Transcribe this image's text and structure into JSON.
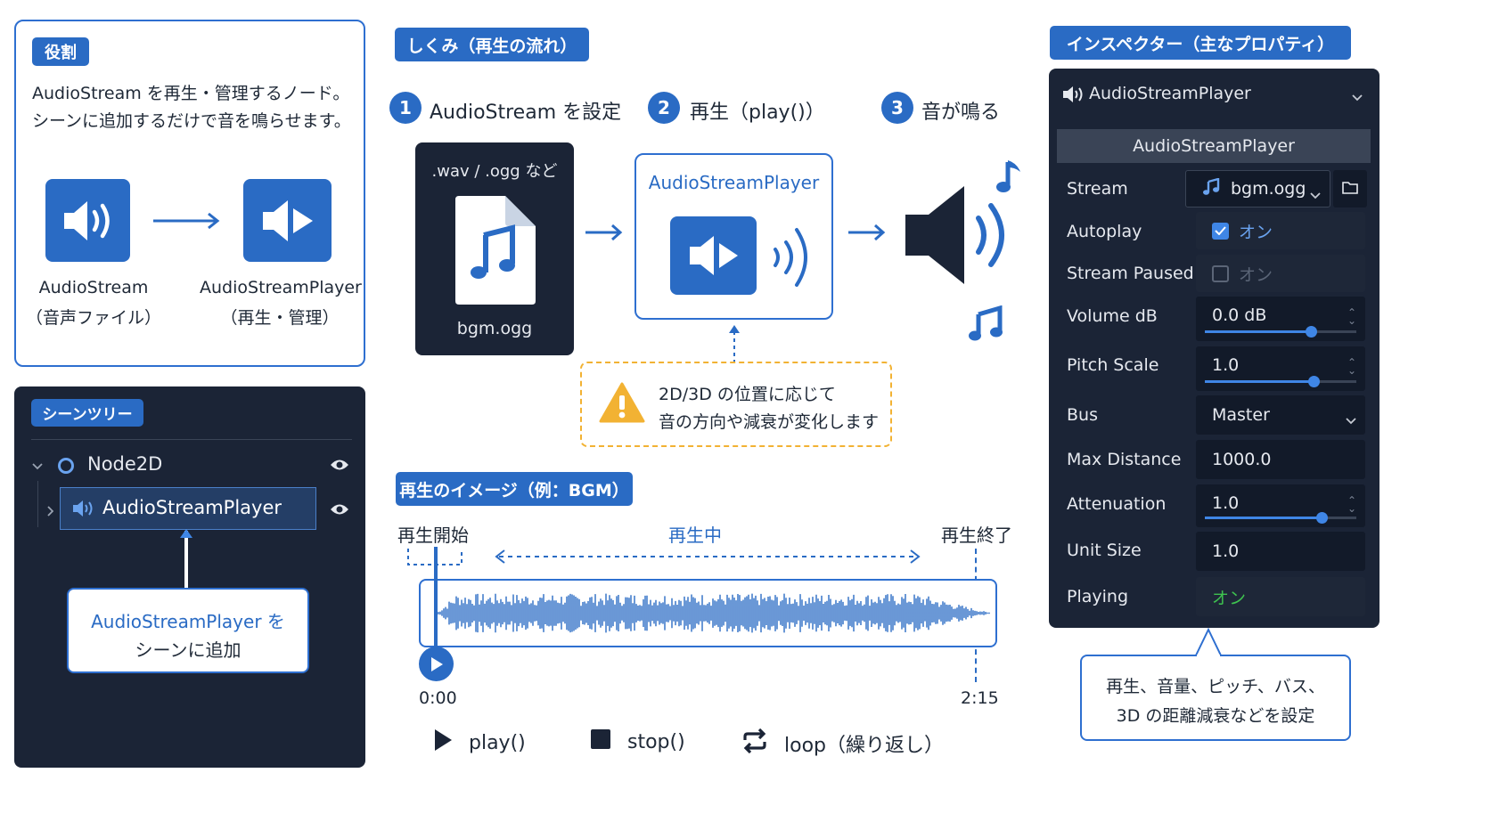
{
  "role": {
    "tag": "役割",
    "line1": "AudioStream を再生・管理するノード。",
    "line2": "シーンに追加するだけで音を鳴らせます。",
    "item1": {
      "name": "AudioStream",
      "sub": "（音声ファイル）",
      "icon": "speaker-icon"
    },
    "item2": {
      "name": "AudioStreamPlayer",
      "sub": "（再生・管理）",
      "icon": "audio-player-icon"
    }
  },
  "scene_tree": {
    "tag": "シーンツリー",
    "node1": "Node2D",
    "node2": "AudioStreamPlayer",
    "callout_line1": "AudioStreamPlayer を",
    "callout_line2": "シーンに追加"
  },
  "flow": {
    "tag": "しくみ（再生の流れ）",
    "steps": [
      {
        "num": "1",
        "label": "AudioStream を設定"
      },
      {
        "num": "2",
        "label": "再生（play()）"
      },
      {
        "num": "3",
        "label": "音が鳴る"
      }
    ],
    "file_types": ".wav / .ogg など",
    "file_name": "bgm.ogg",
    "player_label": "AudioStreamPlayer",
    "note_line1": "2D/3D の位置に応じて",
    "note_line2": "音の方向や減衰が変化します"
  },
  "timeline": {
    "tag": "再生のイメージ（例：BGM）",
    "start_label": "再生開始",
    "mid_label": "再生中",
    "end_label": "再生終了",
    "time_start": "0:00",
    "time_end": "2:15",
    "legend": [
      {
        "icon": "play-icon",
        "label": "play()"
      },
      {
        "icon": "stop-icon",
        "label": "stop()"
      },
      {
        "icon": "loop-icon",
        "label": "loop（繰り返し）"
      }
    ]
  },
  "inspector": {
    "tag": "インスペクター（主なプロパティ）",
    "header": "AudioStreamPlayer",
    "section": "AudioStreamPlayer",
    "properties": [
      {
        "name": "Stream",
        "value": "bgm.ogg"
      },
      {
        "name": "Autoplay",
        "value": "オン",
        "checked": true
      },
      {
        "name": "Stream Paused",
        "value": "オン",
        "checked": false
      },
      {
        "name": "Volume dB",
        "value": "0.0 dB",
        "level": 0.7
      },
      {
        "name": "Pitch Scale",
        "value": "1.0",
        "level": 0.72
      },
      {
        "name": "Bus",
        "value": "Master"
      },
      {
        "name": "Max Distance",
        "value": "1000.0"
      },
      {
        "name": "Attenuation",
        "value": "1.0",
        "level": 0.77
      },
      {
        "name": "Unit Size",
        "value": "1.0"
      },
      {
        "name": "Playing",
        "value": "オン"
      }
    ],
    "callout_line1": "再生、音量、ピッチ、バス、",
    "callout_line2": "3D の距離減衰などを設定"
  },
  "colors": {
    "accent": "#2a6bc4",
    "dark_panel": "#1b2436",
    "warning": "#f2b233",
    "on_green": "#3ec24f"
  }
}
